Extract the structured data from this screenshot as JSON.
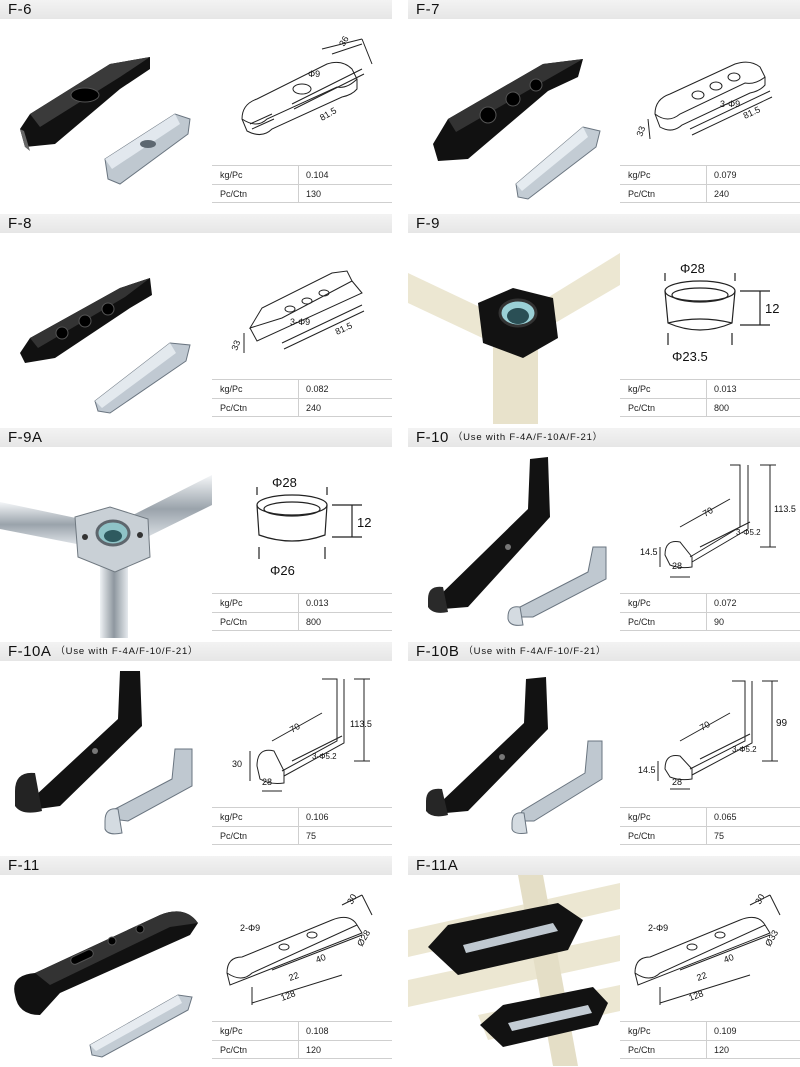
{
  "labels": {
    "weight": "kg/Pc",
    "carton": "Pc/Ctn"
  },
  "products": [
    {
      "code": "F-6",
      "note": "",
      "weight": "0.104",
      "carton": "130",
      "dims": [
        "36",
        "Φ9",
        "81.5"
      ],
      "photo": "black-and-zinc-connector-plates",
      "drawing": "arched-plate-drawing"
    },
    {
      "code": "F-7",
      "note": "",
      "weight": "0.079",
      "carton": "240",
      "dims": [
        "33",
        "3-Φ9",
        "81.5"
      ],
      "photo": "black-and-zinc-connector-plates",
      "drawing": "arched-plate-drawing"
    },
    {
      "code": "F-8",
      "note": "",
      "weight": "0.082",
      "carton": "240",
      "dims": [
        "33",
        "3-Φ9",
        "81.5"
      ],
      "photo": "black-and-zinc-connector-plates",
      "drawing": "arched-plate-drawing"
    },
    {
      "code": "F-9",
      "note": "",
      "weight": "0.013",
      "carton": "800",
      "dims": [
        "Φ28",
        "12",
        "Φ23.5"
      ],
      "photo": "three-way-pipe-joint-black",
      "drawing": "ring-cap-drawing"
    },
    {
      "code": "F-9A",
      "note": "",
      "weight": "0.013",
      "carton": "800",
      "dims": [
        "Φ28",
        "12",
        "Φ26"
      ],
      "photo": "three-way-pipe-joint-chrome",
      "drawing": "ring-cap-drawing"
    },
    {
      "code": "F-10",
      "note": "（Use with F-4A/F-10A/F-21）",
      "weight": "0.072",
      "carton": "90",
      "dims": [
        "70",
        "113.5",
        "3-Φ5.2",
        "14.5",
        "28"
      ],
      "photo": "l-bracket-black-and-zinc",
      "drawing": "l-bracket-drawing"
    },
    {
      "code": "F-10A",
      "note": "（Use with F-4A/F-10/F-21）",
      "weight": "0.106",
      "carton": "75",
      "dims": [
        "70",
        "113.5",
        "3-Φ5.2",
        "30",
        "28"
      ],
      "photo": "l-bracket-black-and-zinc",
      "drawing": "l-bracket-drawing"
    },
    {
      "code": "F-10B",
      "note": "（Use with F-4A/F-10/F-21）",
      "weight": "0.065",
      "carton": "75",
      "dims": [
        "70",
        "99",
        "3-Φ5.2",
        "14.5",
        "28"
      ],
      "photo": "l-bracket-black-and-zinc",
      "drawing": "l-bracket-drawing"
    },
    {
      "code": "F-11",
      "note": "",
      "weight": "0.108",
      "carton": "120",
      "dims": [
        "30",
        "2-Φ9",
        "Ø28",
        "40",
        "22",
        "128"
      ],
      "photo": "long-connector-plate-black-and-zinc",
      "drawing": "long-plate-drawing"
    },
    {
      "code": "F-11A",
      "note": "",
      "weight": "0.109",
      "carton": "120",
      "dims": [
        "30",
        "2-Φ9",
        "Ø33",
        "40",
        "22",
        "128"
      ],
      "photo": "pipe-assembly-with-connector-plates",
      "drawing": "long-plate-drawing"
    }
  ]
}
